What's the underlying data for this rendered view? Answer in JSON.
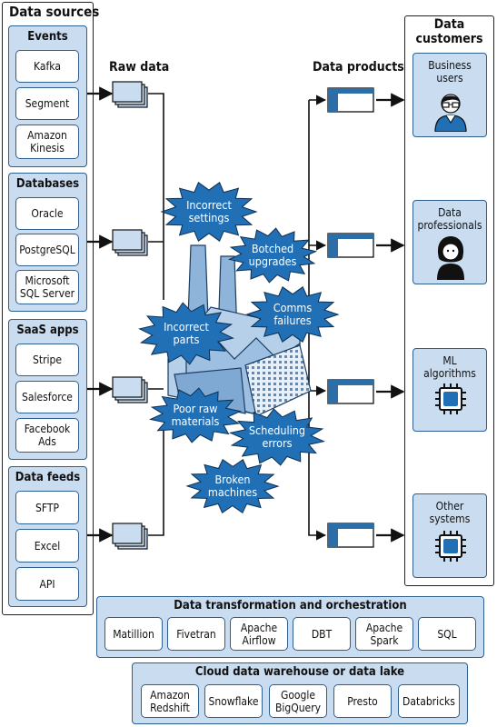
{
  "colors": {
    "accent": "#1f5f99",
    "panel_fill": "#c9dcf0",
    "burst_fill": "#2170b6",
    "line": "#111111"
  },
  "sources": {
    "title": "Data sources",
    "groups": [
      {
        "name": "Events",
        "items": [
          "Kafka",
          "Segment",
          "Amazon\nKinesis"
        ]
      },
      {
        "name": "Databases",
        "items": [
          "Oracle",
          "PostgreSQL",
          "Microsoft\nSQL Server"
        ]
      },
      {
        "name": "SaaS apps",
        "items": [
          "Stripe",
          "Salesforce",
          "Facebook\nAds"
        ]
      },
      {
        "name": "Data feeds",
        "items": [
          "SFTP",
          "Excel",
          "API"
        ]
      }
    ]
  },
  "raw_data_label": "Raw data",
  "products_label": "Data products",
  "customers": {
    "title": "Data\ncustomers",
    "items": [
      {
        "label": "Business\nusers",
        "icon": "business-user-icon"
      },
      {
        "label": "Data\nprofessionals",
        "icon": "data-professional-icon"
      },
      {
        "label": "ML\nalgorithms",
        "icon": "chip-icon"
      },
      {
        "label": "Other\nsystems",
        "icon": "chip-icon"
      }
    ]
  },
  "problems": [
    "Incorrect\nsettings",
    "Botched\nupgrades",
    "Incorrect\nparts",
    "Comms\nfailures",
    "Poor raw\nmaterials",
    "Scheduling\nerrors",
    "Broken\nmachines"
  ],
  "transformation": {
    "title": "Data transformation and orchestration",
    "items": [
      "Matillion",
      "Fivetran",
      "Apache\nAirflow",
      "DBT",
      "Apache\nSpark",
      "SQL"
    ]
  },
  "warehouse": {
    "title": "Cloud data warehouse or data lake",
    "items": [
      "Amazon\nRedshift",
      "Snowflake",
      "Google\nBigQuery",
      "Presto",
      "Databricks"
    ]
  }
}
